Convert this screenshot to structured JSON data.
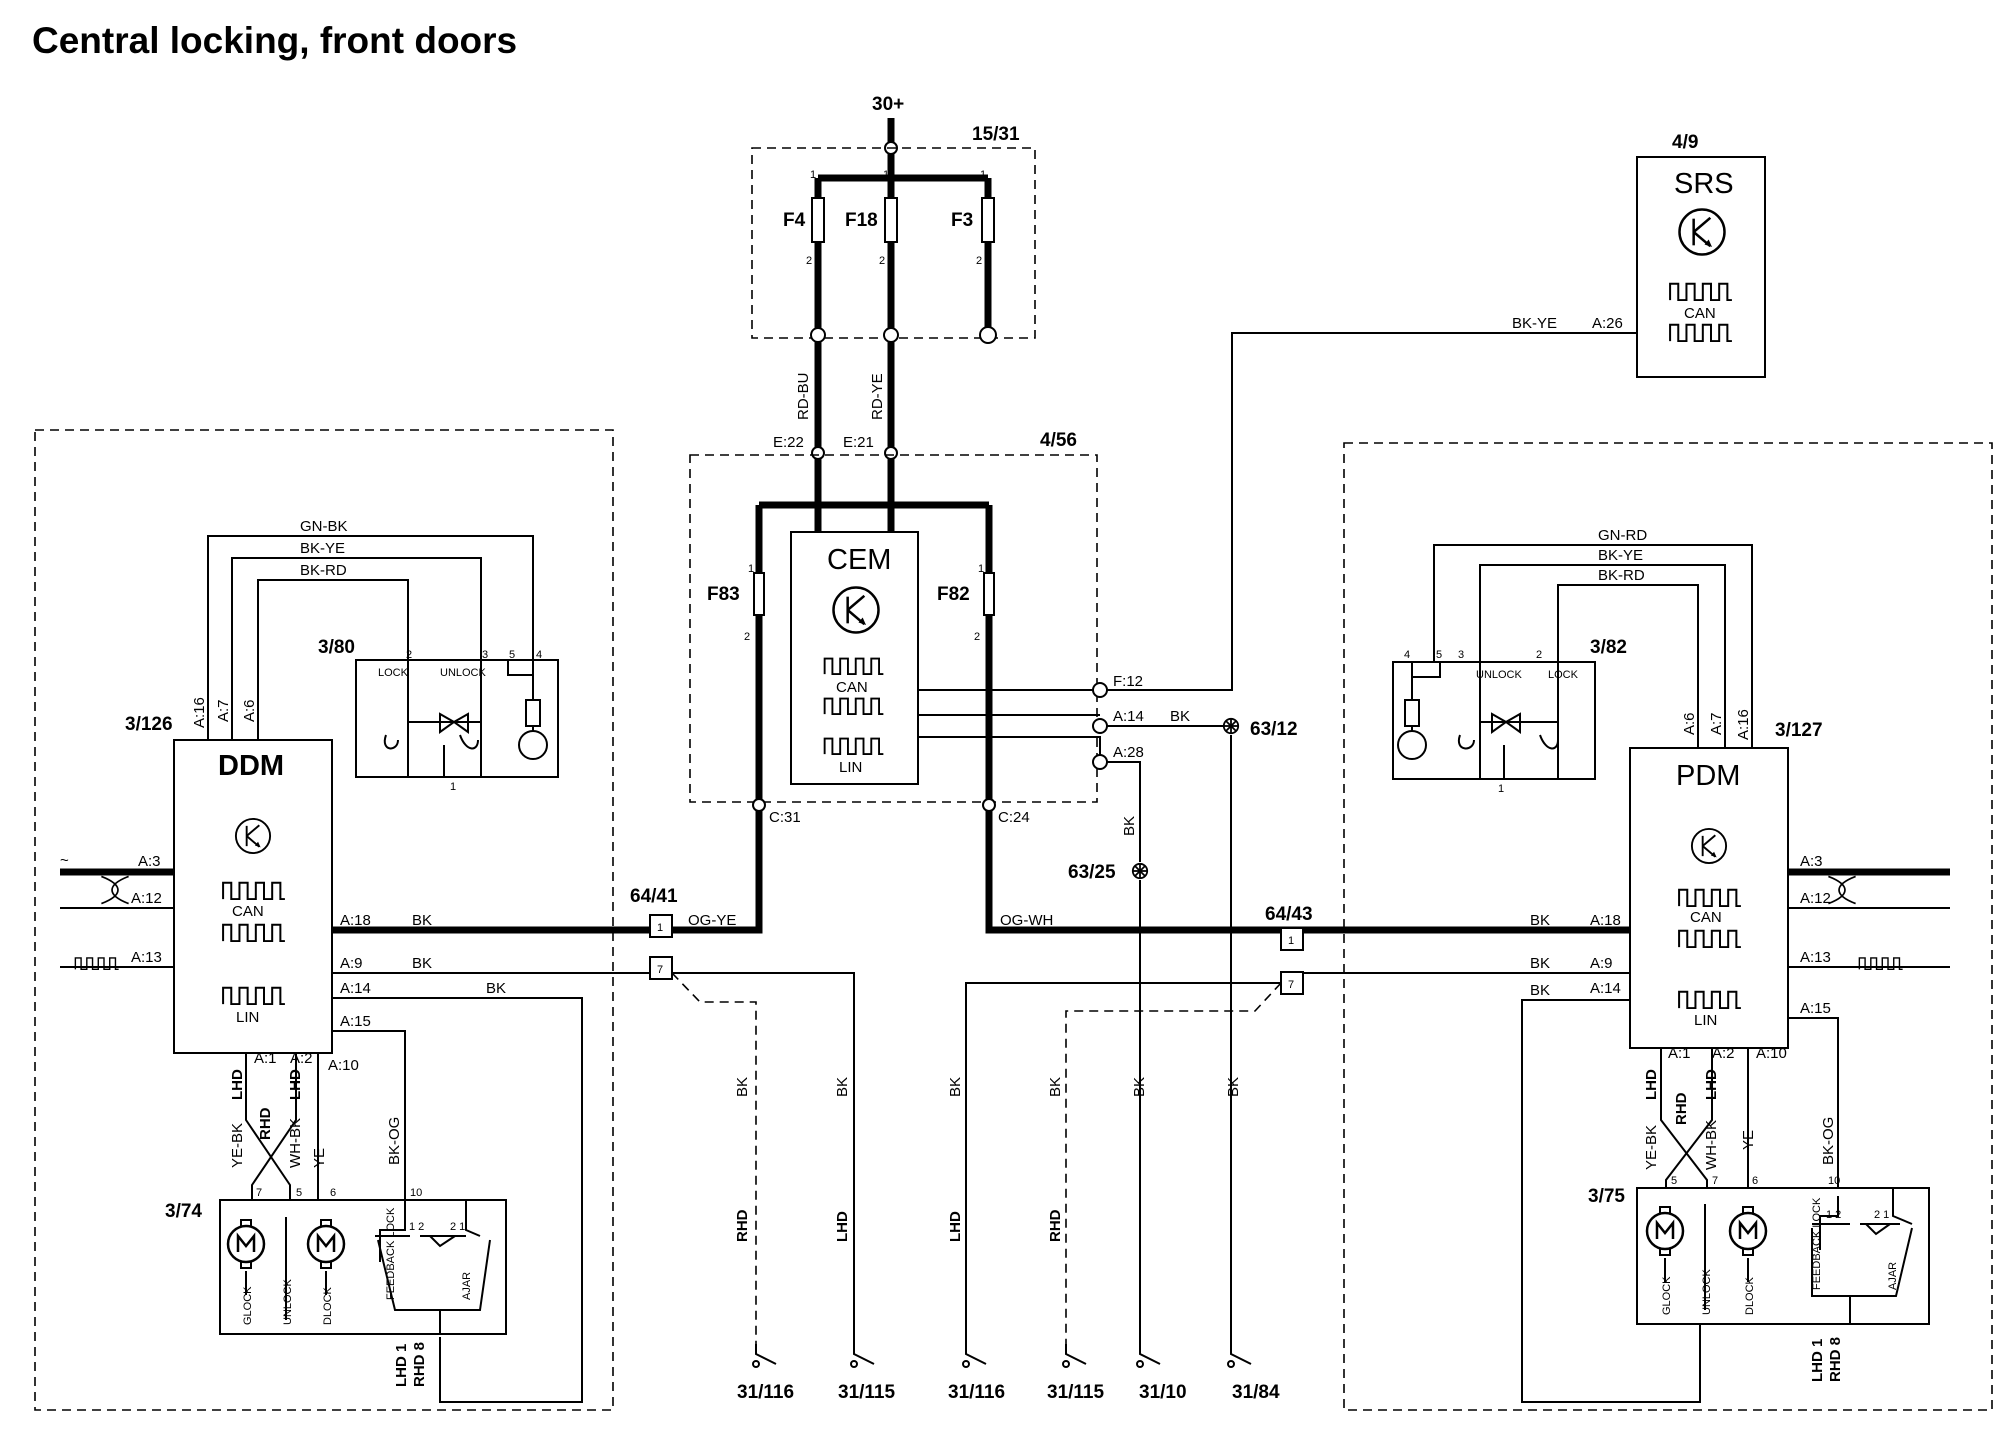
{
  "title": "Central locking, front doors",
  "labels": {
    "supply": "30+",
    "fuse_box": "15/31",
    "fuse_f4": "F4",
    "fuse_f18": "F18",
    "fuse_f3": "F3",
    "srs_ref": "4/9",
    "srs": "SRS",
    "can": "CAN",
    "lin": "LIN",
    "cem_ref": "4/56",
    "cem": "CEM",
    "fuse_f83": "F83",
    "fuse_f82": "F82",
    "ddm_ref": "3/126",
    "ddm": "DDM",
    "pdm_ref": "3/127",
    "pdm": "PDM",
    "switch_left_ref": "3/80",
    "switch_right_ref": "3/82",
    "lock_motor_left_ref": "3/74",
    "lock_motor_right_ref": "3/75",
    "connector_left": "64/41",
    "connector_right": "64/43",
    "ground_63_12": "63/12",
    "ground_63_25": "63/25",
    "ground_31_116": "31/116",
    "ground_31_115": "31/115",
    "ground_31_10": "31/10",
    "ground_31_84": "31/84",
    "lock": "LOCK",
    "unlock": "UNLOCK",
    "glock": "GLOCK",
    "dlock": "DLOCK",
    "feedback_lock": "FEEDBACK LOCK",
    "ajar": "AJAR",
    "lhd1": "LHD 1",
    "rhd8": "RHD 8",
    "lhd": "LHD",
    "rhd": "RHD",
    "motor": "M"
  },
  "wires": {
    "rd_bu": "RD-BU",
    "rd_ye": "RD-YE",
    "bk_ye": "BK-YE",
    "bk": "BK",
    "gn_bk": "GN-BK",
    "bk_rd": "BK-RD",
    "gn_rd": "GN-RD",
    "og_ye": "OG-YE",
    "og_wh": "OG-WH",
    "ye_bk": "YE-BK",
    "wh_bk": "WH-BK",
    "ye": "YE",
    "bk_og": "BK-OG"
  },
  "pins": {
    "p1": "1",
    "p2": "2",
    "p3": "3",
    "p4": "4",
    "p5": "5",
    "p6": "6",
    "p7": "7",
    "p10": "10",
    "p12": "1 2",
    "p21": "2 1",
    "a26": "A:26",
    "e22": "E:22",
    "e21": "E:21",
    "f12": "F:12",
    "a14": "A:14",
    "a28": "A:28",
    "c31": "C:31",
    "c24": "C:24",
    "a16": "A:16",
    "a7": "A:7",
    "a6": "A:6",
    "a3": "A:3",
    "a12": "A:12",
    "a13": "A:13",
    "a18": "A:18",
    "a9": "A:9",
    "a15": "A:15",
    "a1": "A:1",
    "a2": "A:2",
    "a10": "A:10"
  },
  "icons": [
    "transistor-icon",
    "can-signal-icon",
    "lin-signal-icon",
    "motor-icon",
    "twisted-pair-icon",
    "ground-icon",
    "switch-icon",
    "led-icon"
  ]
}
